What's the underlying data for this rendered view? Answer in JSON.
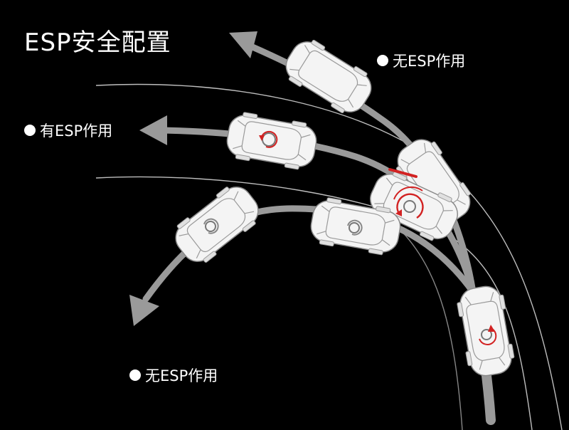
{
  "title": "ESP安全配置",
  "labels": {
    "no_esp_top": "无ESP作用",
    "with_esp": "有ESP作用",
    "no_esp_bottom": "无ESP作用"
  },
  "colors": {
    "background": "#000000",
    "path": "#9a9a9a",
    "car": "#f4f4f4",
    "car_outline": "#8a8a8a",
    "road_line": "#bdbdbd",
    "rotation_arrow": "#d22222"
  },
  "icons": [
    "path-arrow-icon",
    "car-icon",
    "rotation-arrow-icon"
  ]
}
